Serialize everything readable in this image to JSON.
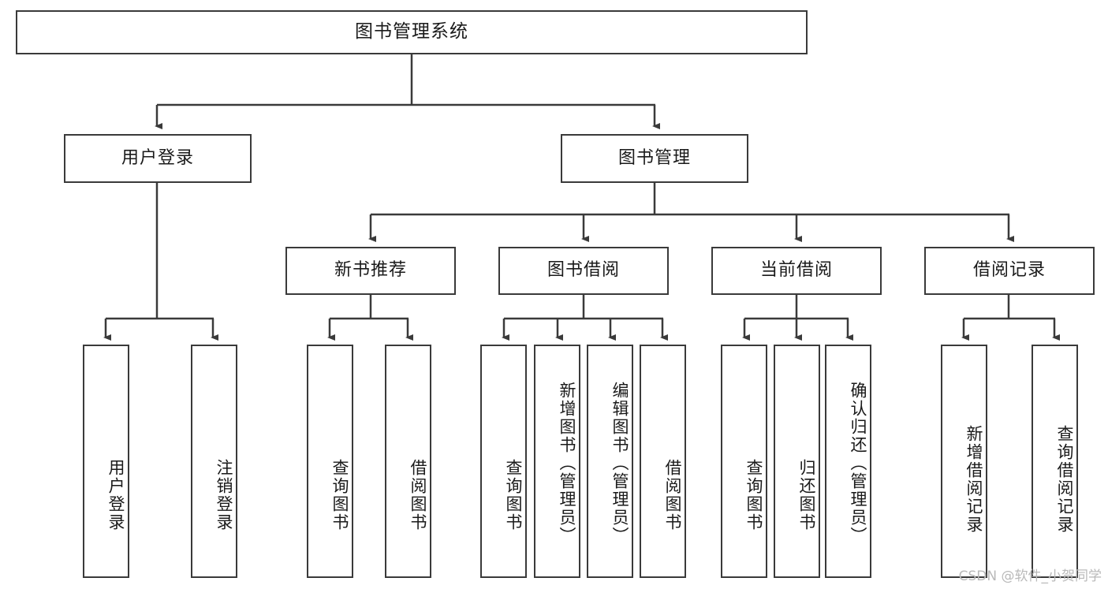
{
  "diagram": {
    "title_node": {
      "label": "图书管理系统"
    },
    "level1": [
      {
        "id": "user-login",
        "label": "用户登录"
      },
      {
        "id": "book-management",
        "label": "图书管理"
      }
    ],
    "level2": [
      {
        "id": "new-book-recommend",
        "label": "新书推荐"
      },
      {
        "id": "book-borrow",
        "label": "图书借阅"
      },
      {
        "id": "current-borrow",
        "label": "当前借阅"
      },
      {
        "id": "borrow-record",
        "label": "借阅记录"
      }
    ],
    "leaves": [
      {
        "id": "leaf-user-login",
        "parent": "user-login",
        "label": "用户登录"
      },
      {
        "id": "leaf-logout-login",
        "parent": "user-login",
        "label": "注销登录"
      },
      {
        "id": "leaf-query-book-1",
        "parent": "new-book-recommend",
        "label": "查询图书"
      },
      {
        "id": "leaf-borrow-book-1",
        "parent": "new-book-recommend",
        "label": "借阅图书"
      },
      {
        "id": "leaf-query-book-2",
        "parent": "book-borrow",
        "label": "查询图书"
      },
      {
        "id": "leaf-add-book",
        "parent": "book-borrow",
        "label": "新增图书（管理员）"
      },
      {
        "id": "leaf-edit-book",
        "parent": "book-borrow",
        "label": "编辑图书（管理员）"
      },
      {
        "id": "leaf-borrow-book-2",
        "parent": "book-borrow",
        "label": "借阅图书"
      },
      {
        "id": "leaf-query-book-3",
        "parent": "current-borrow",
        "label": "查询图书"
      },
      {
        "id": "leaf-return-book",
        "parent": "current-borrow",
        "label": "归还图书"
      },
      {
        "id": "leaf-confirm-return",
        "parent": "current-borrow",
        "label": "确认归还（管理员）"
      },
      {
        "id": "leaf-add-record",
        "parent": "borrow-record",
        "label": "新增借阅记录"
      },
      {
        "id": "leaf-query-record",
        "parent": "borrow-record",
        "label": "查询借阅记录"
      }
    ],
    "colors": {
      "border": "#3a3a3a",
      "background": "#ffffff",
      "text": "#1a1a1a",
      "watermark": "#b9b9b9"
    }
  },
  "watermark": {
    "text": "CSDN @软件_小贺同学"
  }
}
